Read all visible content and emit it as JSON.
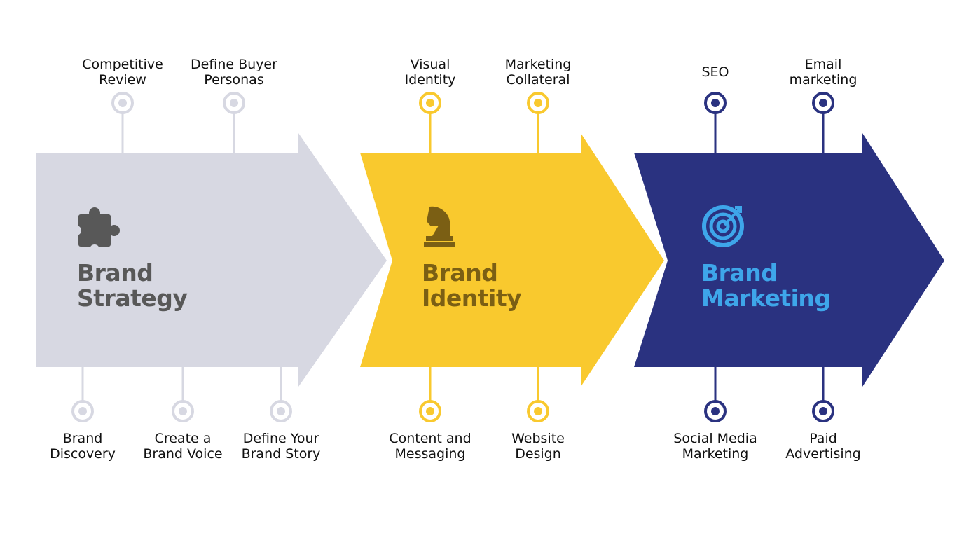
{
  "stages": [
    {
      "id": "strategy",
      "title_line1": "Brand",
      "title_line2": "Strategy",
      "icon": "puzzle-icon",
      "colors": {
        "arrow": "#d7d8e2",
        "title": "#585858",
        "pin": "#d7d8e2",
        "pin_dot": "#d7d8e2"
      },
      "top_items": [
        {
          "line1": "Competitive",
          "line2": "Review"
        },
        {
          "line1": "Define Buyer",
          "line2": "Personas"
        }
      ],
      "bottom_items": [
        {
          "line1": "Brand",
          "line2": "Discovery"
        },
        {
          "line1": "Create a",
          "line2": "Brand Voice"
        },
        {
          "line1": "Define Your",
          "line2": "Brand Story"
        }
      ]
    },
    {
      "id": "identity",
      "title_line1": "Brand",
      "title_line2": "Identity",
      "icon": "chess-knight-icon",
      "colors": {
        "arrow": "#f9c92e",
        "title": "#7b5f14",
        "pin": "#f9c92e",
        "pin_dot": "#f9c92e"
      },
      "top_items": [
        {
          "line1": "Visual",
          "line2": "Identity"
        },
        {
          "line1": "Marketing",
          "line2": "Collateral"
        }
      ],
      "bottom_items": [
        {
          "line1": "Content and",
          "line2": "Messaging"
        },
        {
          "line1": "Website",
          "line2": "Design"
        }
      ]
    },
    {
      "id": "marketing",
      "title_line1": "Brand",
      "title_line2": "Marketing",
      "icon": "target-icon",
      "colors": {
        "arrow": "#2a3280",
        "title": "#3ea6ea",
        "pin": "#2a3280",
        "pin_dot": "#2a3280"
      },
      "top_items": [
        {
          "line1": "SEO",
          "line2": ""
        },
        {
          "line1": "Email",
          "line2": "marketing"
        }
      ],
      "bottom_items": [
        {
          "line1": "Social Media",
          "line2": "Marketing"
        },
        {
          "line1": "Paid",
          "line2": "Advertising"
        }
      ]
    }
  ]
}
